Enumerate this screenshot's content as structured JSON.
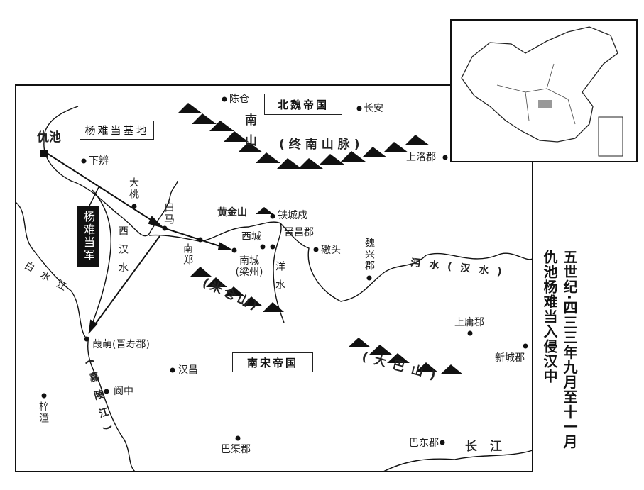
{
  "title": {
    "line1": "五世纪·四三三年九月至十一月",
    "line2": "仇池杨难当入侵汉中"
  },
  "states": {
    "north": "北魏帝国",
    "south": "南宋帝国"
  },
  "base_box": "杨难当基地",
  "army_label": "杨难当军",
  "capital": "仇池",
  "places": {
    "chencang": "陈仓",
    "changan": "长安",
    "xiabian": "下辨",
    "datao": "大桃",
    "baima": "白马",
    "nanzheng": "南郑",
    "nancheng": "南城(梁州)",
    "xicheng": "西城",
    "jinchang": "晋昌郡",
    "tiechengshu": "铁城戍",
    "aotou": "磝头",
    "weixing": "魏兴郡",
    "shangluo": "上洛郡",
    "shangyong": "上庸郡",
    "xincheng": "新城郡",
    "jiameng": "葭萌(晋寿郡)",
    "hanchang": "汉昌",
    "langzhong": "阆中",
    "zitong": "梓潼",
    "baqu": "巴渠郡",
    "badong": "巴东郡"
  },
  "mountains": {
    "nanshan": "南山",
    "zhongnan": "(终南山脉)",
    "huangjin": "黄金山",
    "micang": "(米仓山)",
    "daba": "(大巴山)"
  },
  "rivers": {
    "xihan": "西汉水",
    "baishui": "白水江",
    "yang": "洋水",
    "mian": "沔水(汉水)",
    "jialing": "(嘉陵江)",
    "changjiang": "长江"
  }
}
